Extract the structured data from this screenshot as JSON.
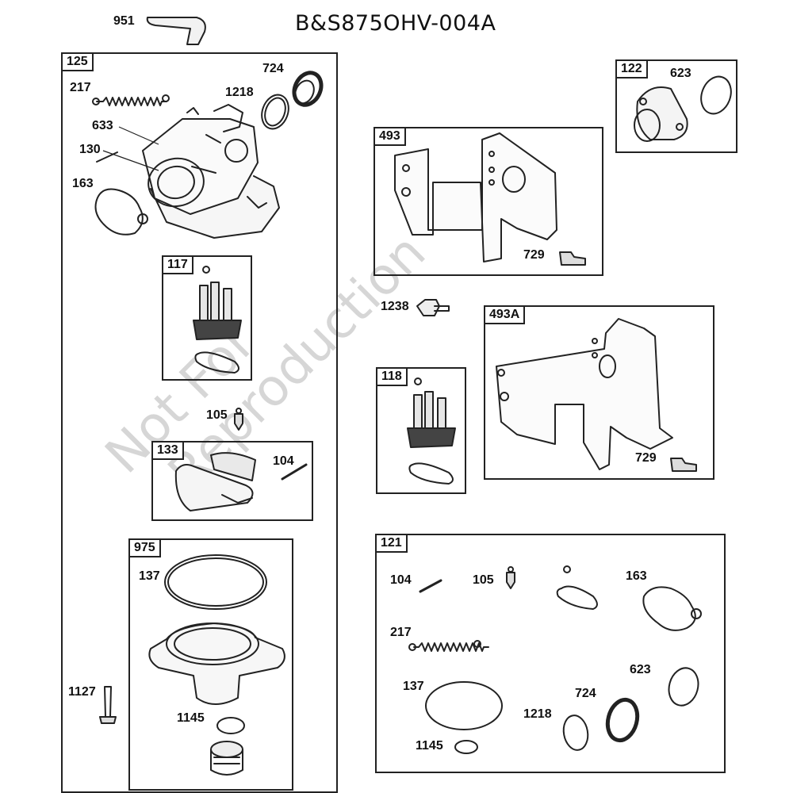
{
  "title": "B&S875OHV-004A",
  "watermark": {
    "line1": "Not For",
    "line2": "Reproduction"
  },
  "groups": {
    "g125": "125",
    "g117": "117",
    "g133": "133",
    "g975": "975",
    "g122": "122",
    "g493": "493",
    "g493a": "493A",
    "g118": "118",
    "g121": "121"
  },
  "parts": {
    "p951": "951",
    "p217a": "217",
    "p724a": "724",
    "p1218a": "1218",
    "p633": "633",
    "p130": "130",
    "p163a": "163",
    "p105a": "105",
    "p104a": "104",
    "p137a": "137",
    "p1127": "1127",
    "p1145a": "1145",
    "p623a": "623",
    "p729a": "729",
    "p1238": "1238",
    "p729b": "729",
    "p104b": "104",
    "p105b": "105",
    "p163b": "163",
    "p217b": "217",
    "p137b": "137",
    "p623b": "623",
    "p724b": "724",
    "p1218b": "1218",
    "p1145b": "1145"
  }
}
